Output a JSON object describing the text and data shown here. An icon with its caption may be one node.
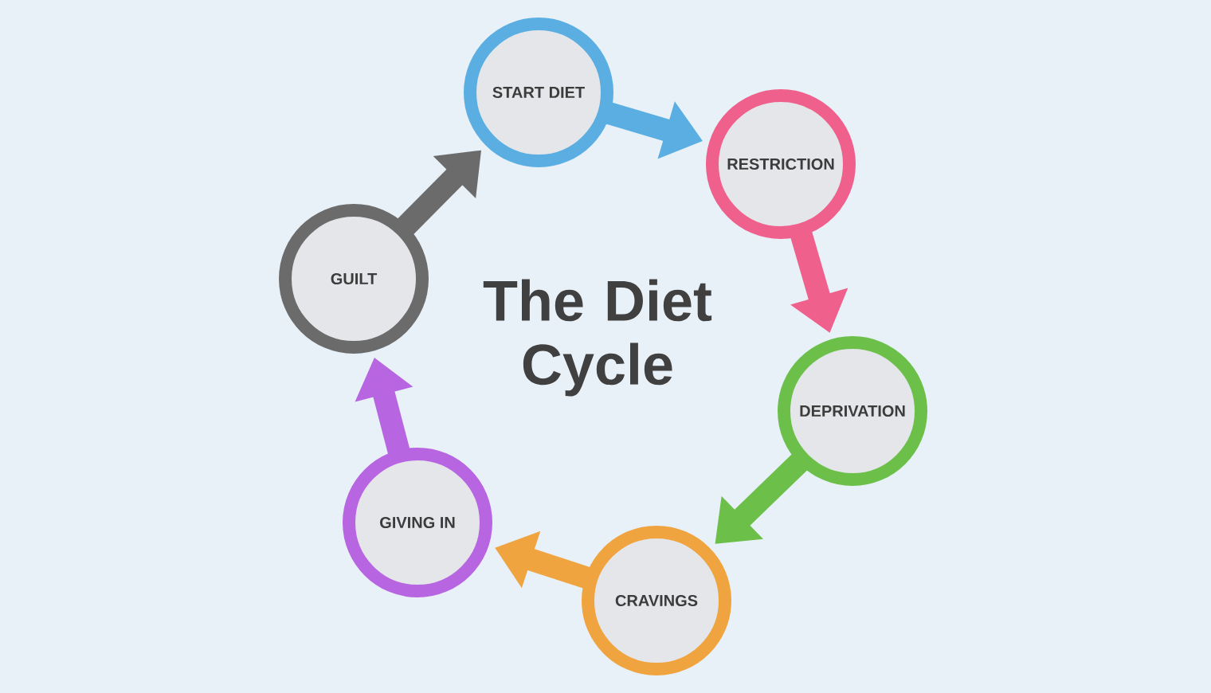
{
  "diagram": {
    "title": "The Diet Cycle",
    "nodes": [
      {
        "text": [
          "START DIET"
        ]
      },
      {
        "text": [
          "RESTRICTION"
        ]
      },
      {
        "text": [
          "DEPRIVATION"
        ]
      },
      {
        "text": [
          "CRAVINGS"
        ]
      },
      {
        "text": [
          "GIVING IN"
        ]
      },
      {
        "text": [
          "GUILT"
        ]
      }
    ],
    "edges": [
      {
        "from": 0,
        "to": 1,
        "arrow": "to",
        "color": "#5aaee2"
      },
      {
        "from": 1,
        "to": 2,
        "arrow": "to",
        "color": "#ef608c"
      },
      {
        "from": 2,
        "to": 3,
        "arrow": "to",
        "color": "#6cc04a"
      },
      {
        "from": 3,
        "to": 4,
        "arrow": "to",
        "color": "#f0a440"
      },
      {
        "from": 4,
        "to": 5,
        "arrow": "to",
        "color": "#b865e2"
      },
      {
        "from": 5,
        "to": 0,
        "arrow": "to",
        "color": "#6b6b6b"
      }
    ]
  }
}
